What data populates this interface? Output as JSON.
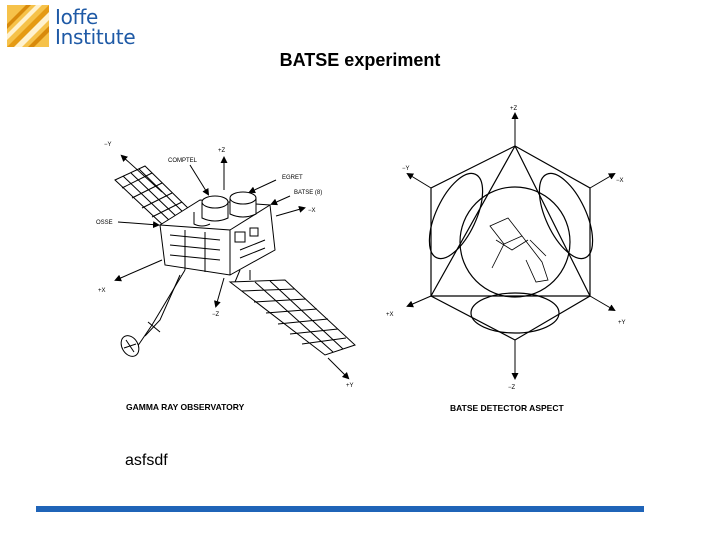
{
  "logo": {
    "line1": "Ioffe",
    "line2": "Institute",
    "colors": {
      "mark": "#f0b429",
      "text": "#1f5aa6"
    }
  },
  "title": "BATSE experiment",
  "figure": {
    "left_caption": "GAMMA RAY OBSERVATORY",
    "right_caption": "BATSE DETECTOR ASPECT",
    "left_labels": {
      "minus_y": "−Y",
      "plus_z": "+Z",
      "comptel": "COMPTEL",
      "egret": "EGRET",
      "batse": "BATSE (8)",
      "minus_x": "−X",
      "osse": "OSSE",
      "plus_x": "+X",
      "minus_z": "−Z",
      "plus_y": "+Y"
    },
    "right_labels": {
      "plus_z": "+Z",
      "minus_y": "−Y",
      "minus_x": "−X",
      "plus_x": "+X",
      "plus_y": "+Y",
      "minus_z": "−Z"
    }
  },
  "caption": "asfsdf",
  "colors": {
    "accent": "#1f64b8"
  }
}
